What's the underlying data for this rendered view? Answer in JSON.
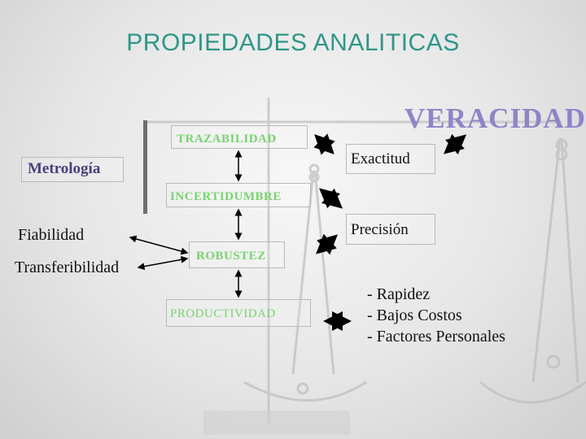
{
  "title": "PROPIEDADES ANALITICAS",
  "veracidad": "VERACIDAD",
  "left_terms": {
    "metrologia": "Metrología",
    "fiabilidad": "Fiabilidad",
    "transferibilidad": "Transferibilidad"
  },
  "chain": {
    "trazabilidad": "TRAZABILIDAD",
    "incertidumbre": "INCERTIDUMBRE",
    "robustez": "ROBUSTEZ",
    "productividad": "PRODUCTIVIDAD"
  },
  "right_terms": {
    "exactitud": "Exactitud",
    "precision": "Precisión"
  },
  "productivity_list": [
    "- Rapidez",
    "- Bajos Costos",
    "- Factores Personales"
  ],
  "colors": {
    "title": "#2e9688",
    "veracidad": "#8e84c8",
    "chain_text": "#78d46e",
    "metrologia_text": "#493d7f",
    "arrow": "#000000"
  }
}
